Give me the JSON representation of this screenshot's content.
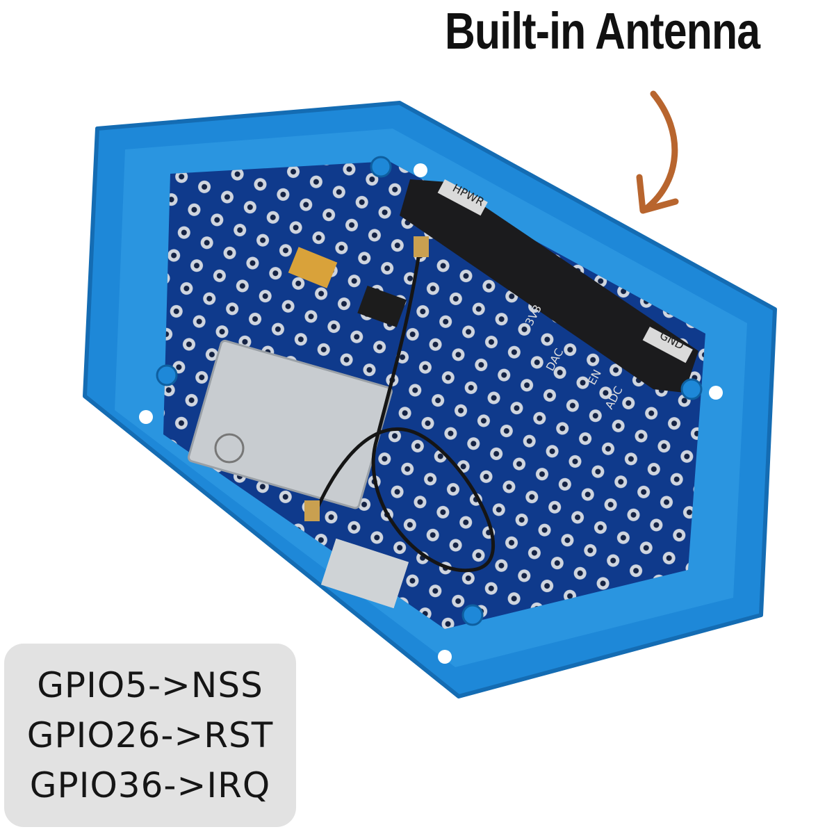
{
  "header": {
    "title": "Built-in Antenna"
  },
  "pin_mapping": {
    "lines": [
      "GPIO5->NSS",
      "GPIO26->RST",
      "GPIO36->IRQ"
    ]
  },
  "board_labels": {
    "hpwr": "HPWR",
    "gnd": "GND",
    "dac": "DAC",
    "adc": "ADC",
    "en": "EN",
    "v33": "3V3"
  },
  "colors": {
    "case": "#1e88d8",
    "pcb": "#0f3a8c",
    "arrow": "#b8652e",
    "label_bg": "#e2e2e2"
  }
}
